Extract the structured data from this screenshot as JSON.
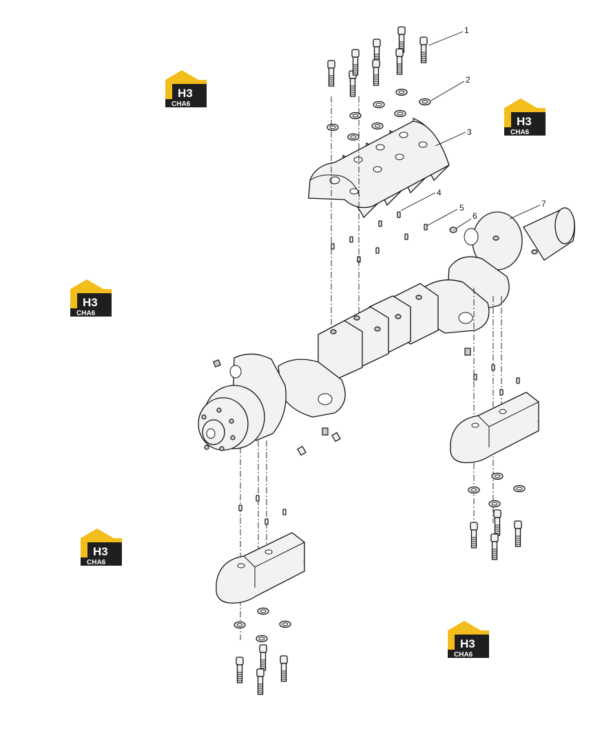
{
  "callouts": [
    {
      "id": "1",
      "label": "1"
    },
    {
      "id": "2",
      "label": "2"
    },
    {
      "id": "3",
      "label": "3"
    },
    {
      "id": "4",
      "label": "4"
    },
    {
      "id": "5",
      "label": "5"
    },
    {
      "id": "6",
      "label": "6"
    },
    {
      "id": "7",
      "label": "7"
    }
  ],
  "watermark": {
    "mark_text": "H3",
    "sub_text": "CHA6",
    "colors": {
      "roof": "#f3bd1c",
      "body": "#1f1f1f",
      "text": "#ffffff"
    }
  },
  "colors": {
    "line": "#111111",
    "fill": "#f2f2f2",
    "shade": "#c9c9c9"
  }
}
